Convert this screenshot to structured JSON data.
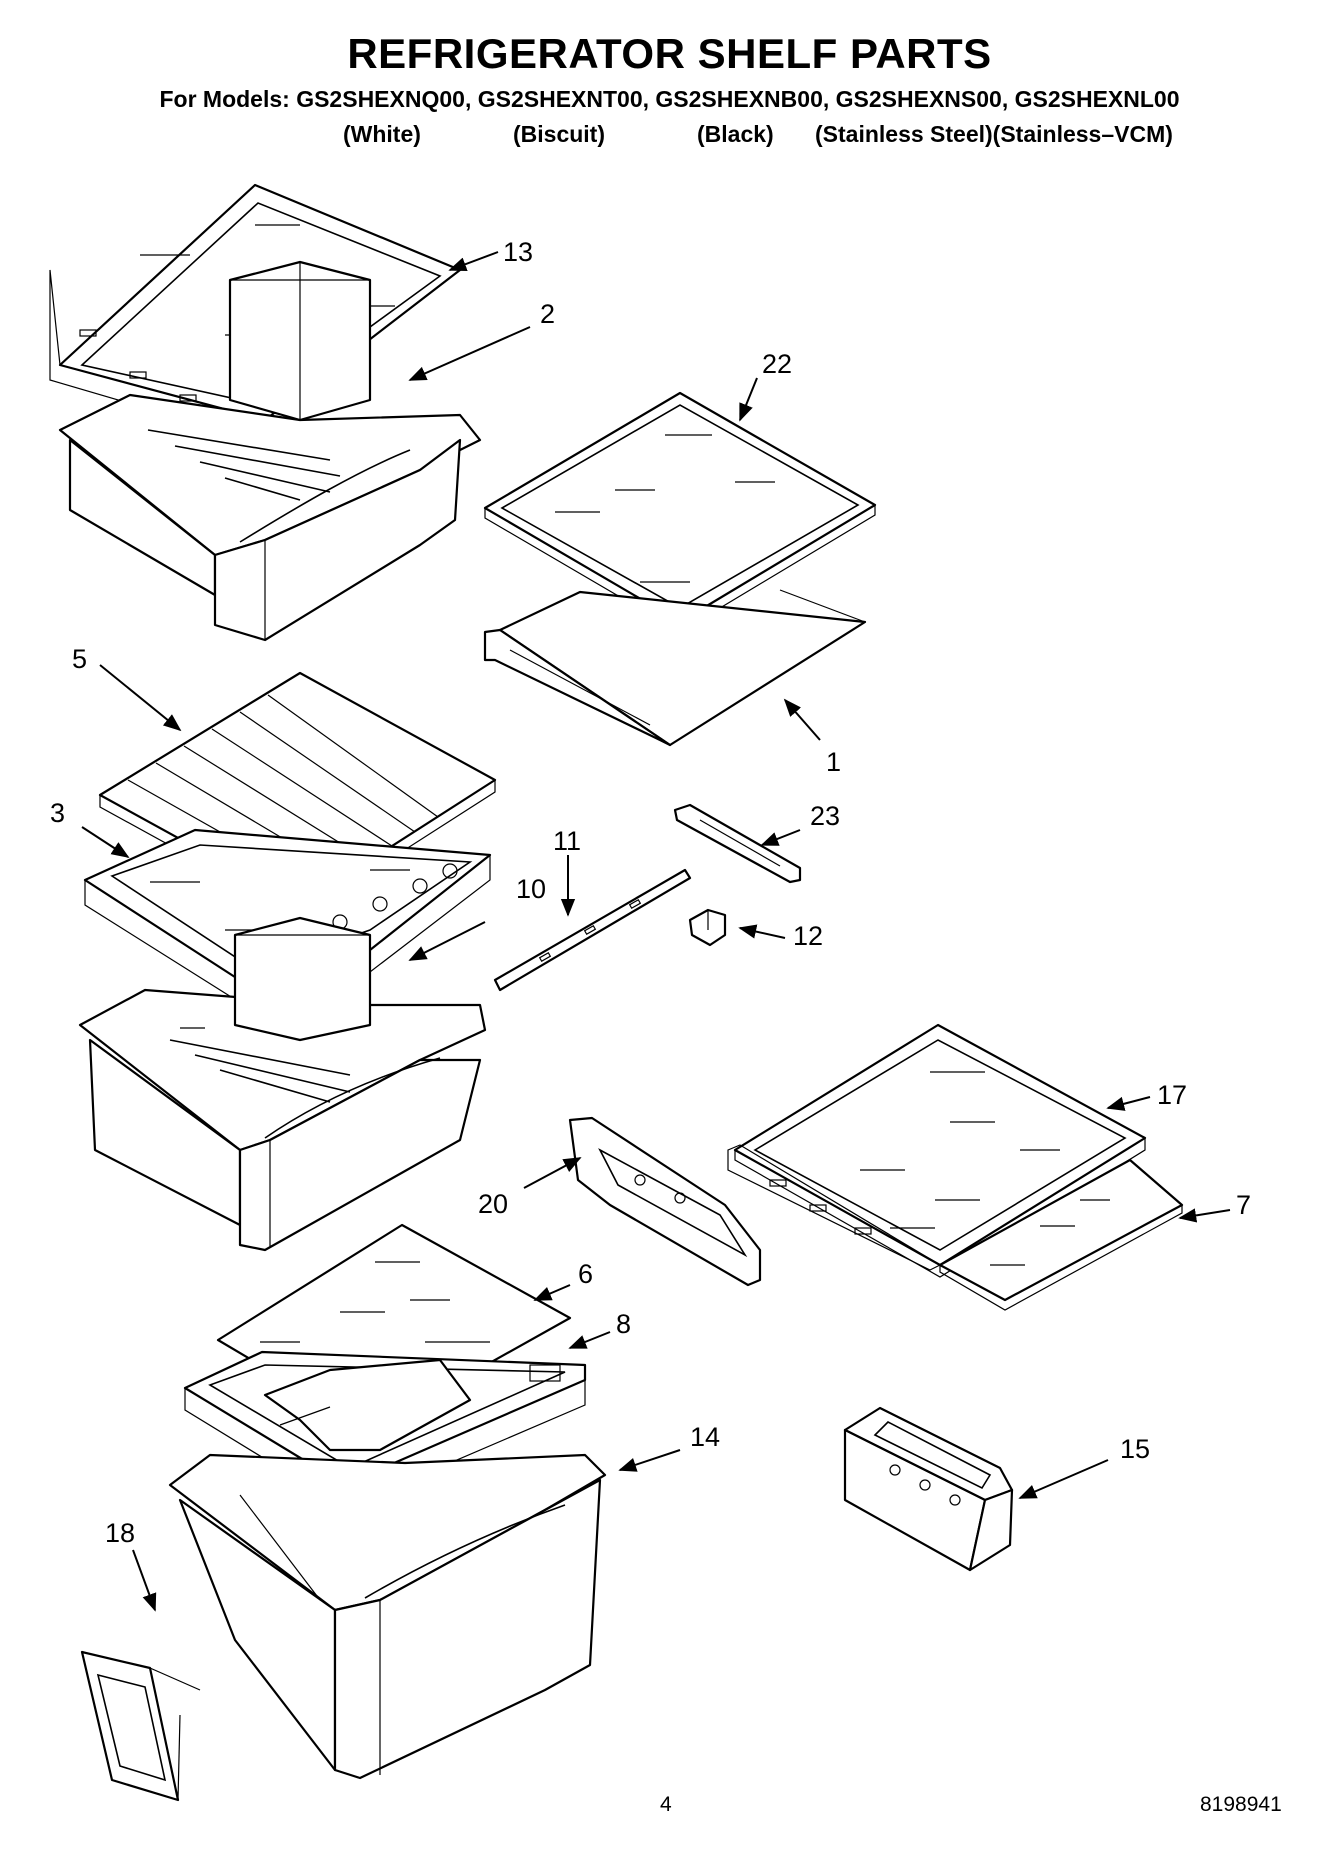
{
  "header": {
    "title": "REFRIGERATOR SHELF PARTS",
    "models_line": "For Models: GS2SHEXNQ00, GS2SHEXNT00, GS2SHEXNB00, GS2SHEXNS00, GS2SHEXNL00",
    "colors": [
      "(White)",
      "(Biscuit)",
      "(Black)",
      "(Stainless Steel)(Stainless–VCM)"
    ]
  },
  "callouts": {
    "p13": "13",
    "p2": "2",
    "p22": "22",
    "p1": "1",
    "p5": "5",
    "p3": "3",
    "p11": "11",
    "p23": "23",
    "p10": "10",
    "p12": "12",
    "p17": "17",
    "p20": "20",
    "p7": "7",
    "p6": "6",
    "p8": "8",
    "p14": "14",
    "p15": "15",
    "p18": "18"
  },
  "footer": {
    "page_number": "4",
    "doc_number": "8198941"
  }
}
